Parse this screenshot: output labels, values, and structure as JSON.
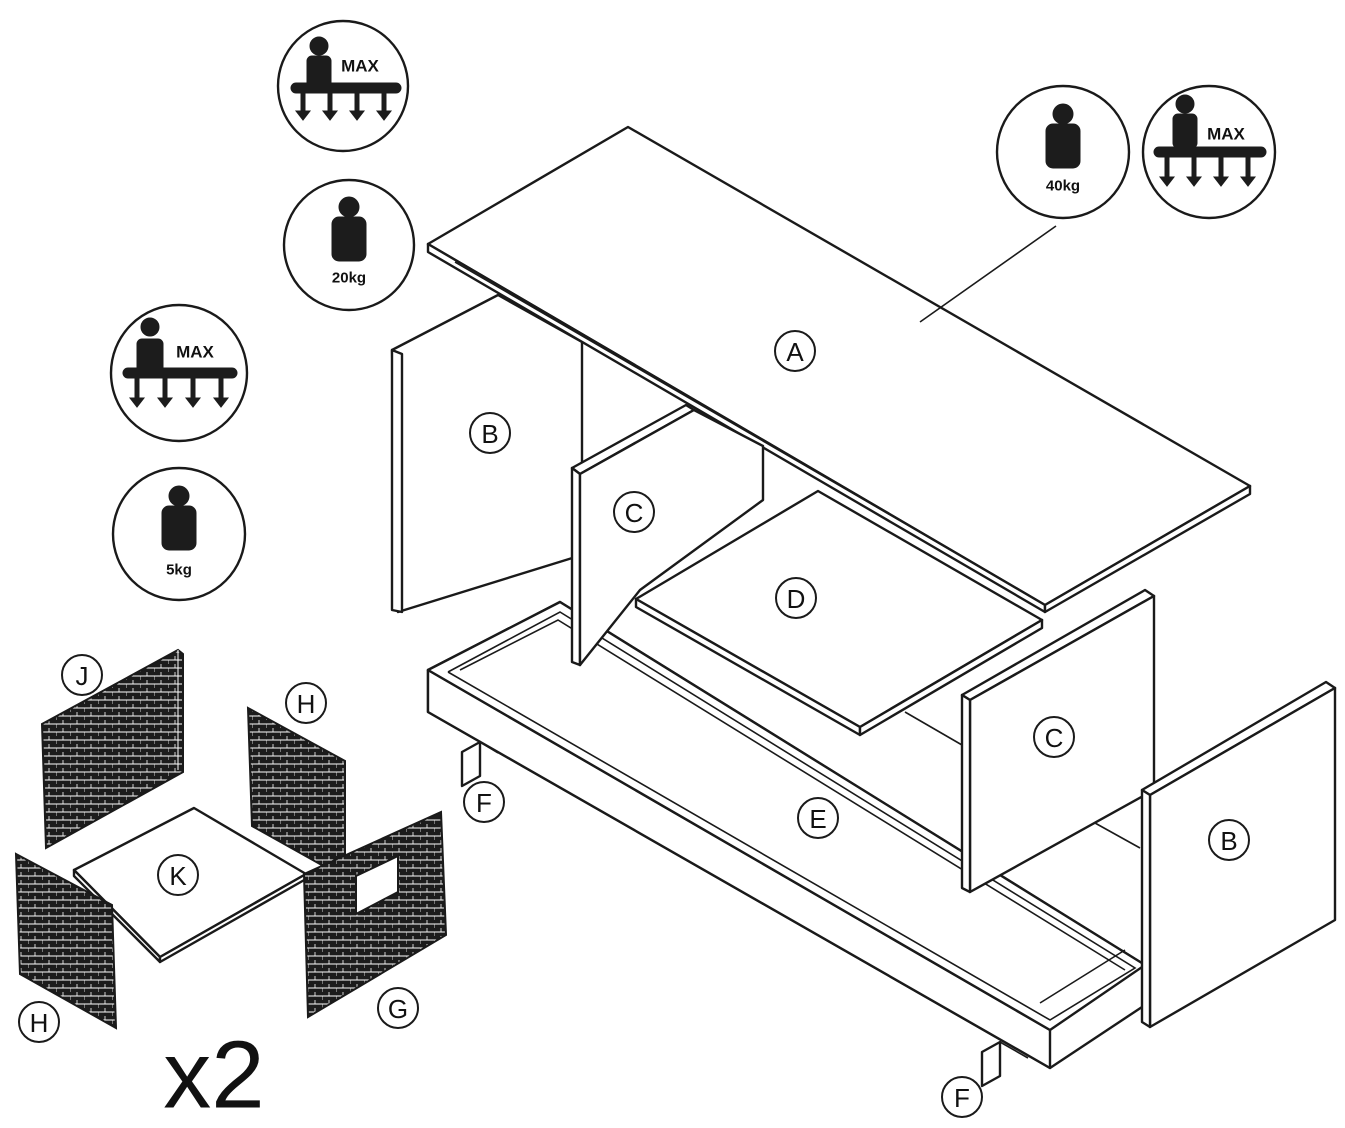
{
  "max_label": "MAX",
  "load_ratings": {
    "top_panel_weight": "40kg",
    "upper_shelf_weight": "20kg",
    "basket_weight": "5kg"
  },
  "part_labels": {
    "a": "A",
    "b_left": "B",
    "b_right": "B",
    "c_front": "C",
    "c_right": "C",
    "d": "D",
    "e": "E",
    "f_left": "F",
    "f_right": "F",
    "j": "J",
    "h_top": "H",
    "h_left": "H",
    "k": "K",
    "g": "G"
  },
  "quantity_note": "x2"
}
